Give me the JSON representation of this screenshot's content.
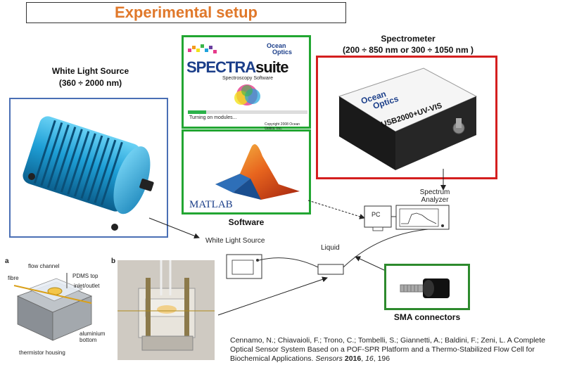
{
  "title": "Experimental setup",
  "white_light_source": {
    "label": "White Light Source",
    "range": "(360 ÷ 2000 nm)"
  },
  "spectrometer": {
    "label": "Spectrometer",
    "range": "(200 ÷ 850 nm  or  300 ÷ 1050 nm )",
    "brand_line1": "Ocean",
    "brand_line2": "Optics",
    "model": "USB2000+UV-VIS"
  },
  "software": {
    "label": "Software",
    "spectra_brand1": "SPECTRA",
    "spectra_brand2": "suite",
    "spectra_sub": "Spectroscopy Software",
    "logo_line1": "Ocean",
    "logo_line2": "Optics",
    "loading_text": "Turning on modules...",
    "copyright": "Copyright 2008 Ocean Optics, Inc.",
    "loading_progress": 0.15,
    "matlab": "MATLAB"
  },
  "schematic": {
    "spectrum_analyzer": "Spectrum Analyzer",
    "pc": "PC",
    "white_light_source": "White Light Source",
    "liquid": "Liquid"
  },
  "sma": {
    "label": "SMA connectors"
  },
  "flow_cell": {
    "a": "a",
    "b": "b",
    "flow_channel": "flow channel",
    "fibre": "fibre",
    "pdms_top": "PDMS top",
    "inlet_outlet": "inlet/outlet",
    "aluminium_bottom": "aluminium bottom",
    "thermistor_housing": "thermistor housing"
  },
  "citation": {
    "authors": "Cennamo, N.; Chiavaioli, F.; Trono, C.; Tombelli, S.; Giannetti, A.; Baldini, F.; Zeni, L. A Complete Optical Sensor System Based on a POF-SPR Platform and a Thermo-Stabilized Flow Cell for Biochemical Applications.",
    "journal": "Sensors",
    "year": "2016",
    "volume": "16",
    "pages": ", 196"
  },
  "colors": {
    "title": "#e0782a",
    "frame_blue": "#4a6fb5",
    "frame_green": "#22a632",
    "frame_red": "#d41f1f"
  }
}
